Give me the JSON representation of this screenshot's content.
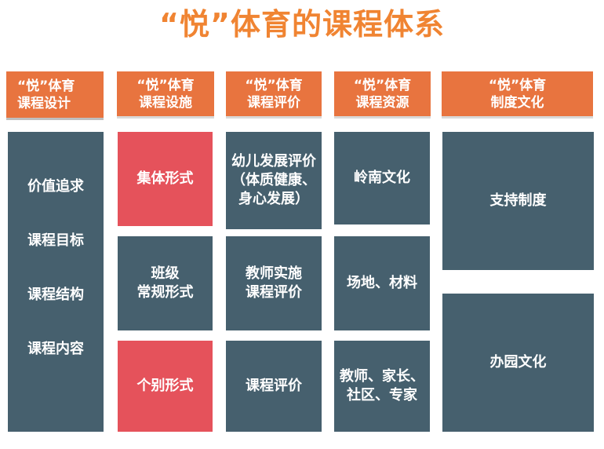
{
  "title": "“悦”体育的课程体系",
  "headers": {
    "design": "“悦”体育\n课程设计",
    "facilities": "“悦”体育\n课程设施",
    "evaluation": "“悦”体育\n课程评价",
    "resources": "“悦”体育\n课程资源",
    "culture": "“悦”体育\n制度文化"
  },
  "design_items": [
    "价值追求",
    "课程目标",
    "课程结构",
    "课程内容"
  ],
  "facilities": {
    "collective": "集体形式",
    "class_routine": "班级\n常规形式",
    "individual": "个别形式"
  },
  "evaluation": {
    "child_dev": "幼儿发展评价\n（体质健康、\n身心发展）",
    "teacher": "教师实施\n课程评价",
    "course": "课程评价"
  },
  "resources": {
    "lingnan": "岭南文化",
    "venue": "场地、材料",
    "people": "教师、家长、\n社区、专家"
  },
  "culture": {
    "support": "支持制度",
    "campus": "办园文化"
  },
  "colors": {
    "title": "#F08432",
    "header": "#E8743F",
    "slate": "#46606E",
    "red": "#E5525B"
  }
}
